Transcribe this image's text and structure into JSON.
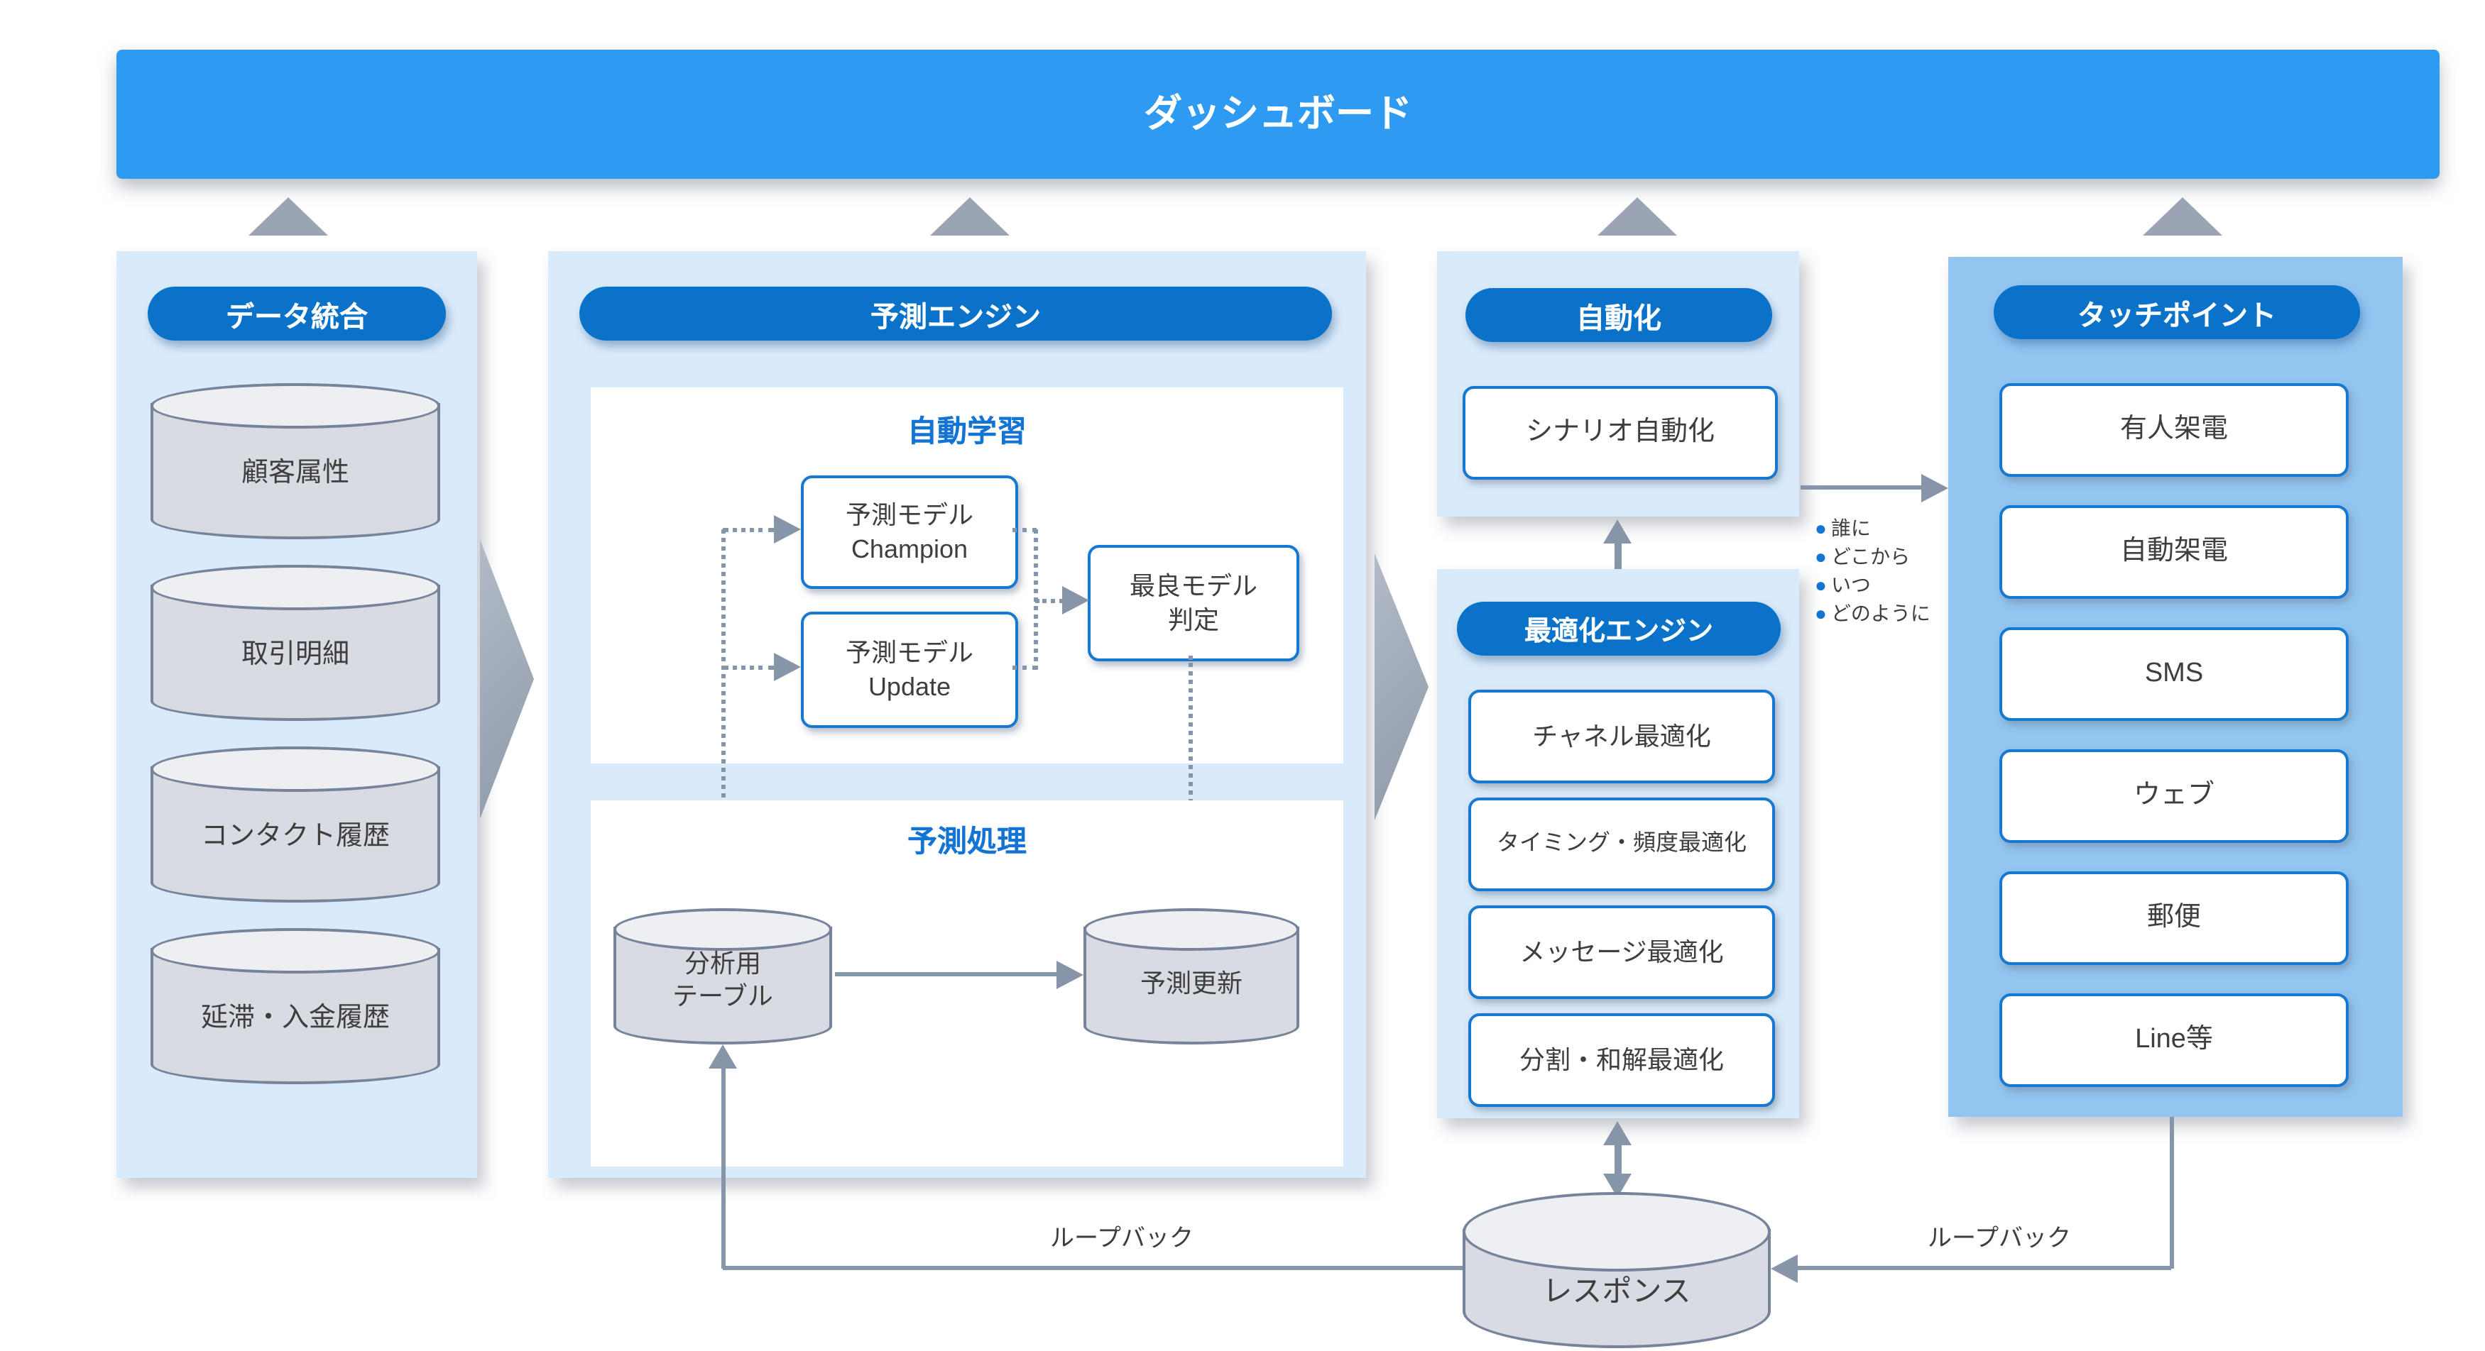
{
  "dashboard": {
    "label": "ダッシュボード"
  },
  "data_integration": {
    "title": "データ統合",
    "databases": [
      "顧客属性",
      "取引明細",
      "コンタクト履歴",
      "延滞・入金履歴"
    ]
  },
  "prediction_engine": {
    "title": "予測エンジン",
    "auto_learning": {
      "title": "自動学習",
      "champion_label": "予測モデル\nChampion",
      "update_label": "予測モデル\nUpdate",
      "judge_label": "最良モデル\n判定"
    },
    "prediction_processing": {
      "title": "予測処理",
      "analysis_table_label": "分析用\nテーブル",
      "prediction_update_label": "予測更新"
    }
  },
  "automation": {
    "title": "自動化",
    "scenario_label": "シナリオ自動化"
  },
  "optimization_engine": {
    "title": "最適化エンジン",
    "items": [
      "チャネル最適化",
      "タイミング・頻度最適化",
      "メッセージ最適化",
      "分割・和解最適化"
    ]
  },
  "touchpoints": {
    "title": "タッチポイント",
    "items": [
      "有人架電",
      "自動架電",
      "SMS",
      "ウェブ",
      "郵便",
      "Line等"
    ]
  },
  "annotations": {
    "bullets": [
      "誰に",
      "どこから",
      "いつ",
      "どのように"
    ],
    "loopback_left": "ループバック",
    "loopback_right": "ループバック",
    "response_label": "レスポンス"
  },
  "colors": {
    "banner_blue": "#2f9af2",
    "pill_blue": "#0a73c9",
    "panel_light_blue": "#d9eafa",
    "touchpoint_panel_blue": "#92c6f1",
    "box_border_blue": "#1778d2",
    "connector_gray": "#8795a8",
    "label_gray": "#3e3e3e"
  }
}
